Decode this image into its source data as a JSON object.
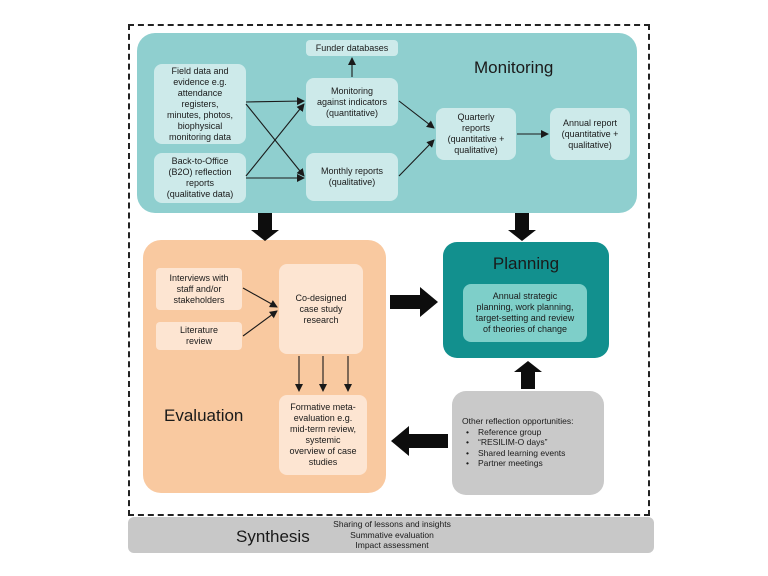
{
  "monitoring": {
    "title": "Monitoring",
    "field_data": "Field data and\nevidence e.g.\nattendance\nregisters,\nminutes, photos,\nbiophysical\nmonitoring data",
    "b2o": "Back-to-Office\n(B2O) reflection\nreports\n(qualitative data)",
    "funder_databases": "Funder databases",
    "monitoring_indicators": "Monitoring\nagainst indicators\n(quantitative)",
    "monthly_reports": "Monthly reports\n(qualitative)",
    "quarterly_reports": "Quarterly\nreports\n(quantitative +\nqualitative)",
    "annual_report": "Annual report\n(quantitative +\nqualitative)"
  },
  "evaluation": {
    "title": "Evaluation",
    "interviews": "Interviews with\nstaff and/or\nstakeholders",
    "literature": "Literature\nreview",
    "case_study": "Co-designed\ncase study\nresearch",
    "formative": "Formative meta-\nevaluation e.g.\nmid-term review,\nsystemic\noverview of case\nstudies"
  },
  "planning": {
    "title": "Planning",
    "annual": "Annual strategic\nplanning, work planning,\ntarget-setting and review\nof theories of change"
  },
  "other": {
    "heading": "Other reflection opportunities:",
    "items": [
      "Reference group",
      "“RESILIM-O days”",
      "Shared learning events",
      "Partner meetings"
    ]
  },
  "synthesis": {
    "title": "Synthesis",
    "lines": [
      "Sharing of lessons and insights",
      "Summative evaluation",
      "Impact assessment"
    ]
  },
  "colors": {
    "monitoring_panel": "#8fcfcf",
    "monitoring_box": "#cdeaea",
    "evaluation_panel": "#f9c9a0",
    "evaluation_box": "#fde5d2",
    "planning_panel": "#12908e",
    "other_panel": "#c9c9c9",
    "synthesis_bar": "#c8c8c8"
  }
}
